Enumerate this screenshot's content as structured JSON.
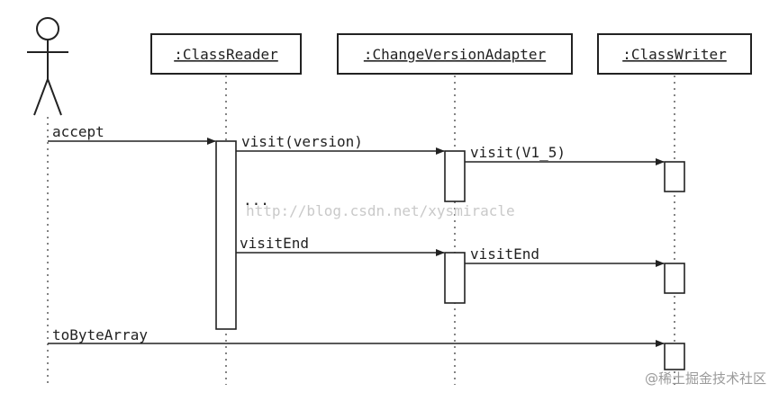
{
  "participants": [
    {
      "id": "class-reader",
      "label": ":ClassReader"
    },
    {
      "id": "change-version-adapter",
      "label": ":ChangeVersionAdapter"
    },
    {
      "id": "class-writer",
      "label": ":ClassWriter"
    }
  ],
  "messages": [
    {
      "id": "accept",
      "label": "accept"
    },
    {
      "id": "visit-version",
      "label": "visit(version)"
    },
    {
      "id": "visit-v1-5",
      "label": "visit(V1_5)"
    },
    {
      "id": "ellipsis",
      "label": "..."
    },
    {
      "id": "visitend-1",
      "label": "visitEnd"
    },
    {
      "id": "visitend-2",
      "label": "visitEnd"
    },
    {
      "id": "tobytearray",
      "label": "toByteArray"
    }
  ],
  "watermark": "http://blog.csdn.net/xysmiracle",
  "footer": "@稀土掘金技术社区"
}
